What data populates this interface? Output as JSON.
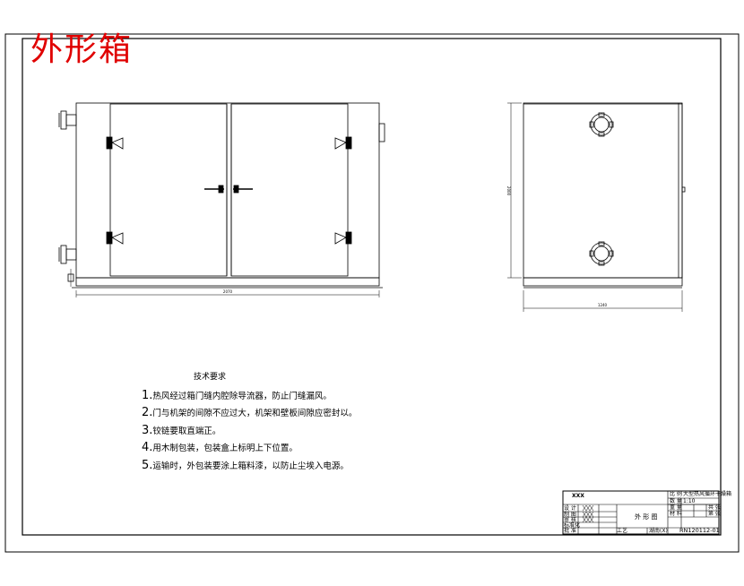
{
  "drawing": {
    "title_red": "外形箱",
    "dim_front_width": "2070",
    "dim_side_height": "2000",
    "dim_side_width": "1240"
  },
  "notes": {
    "heading": "技术要求",
    "items": [
      {
        "num": "1.",
        "text": "热风经过箱门缝内腔除导流器，防止门缝漏风。"
      },
      {
        "num": "2.",
        "text": "门与机架的间隙不应过大，机架和壁板间隙应密封以。"
      },
      {
        "num": "3.",
        "text": "铰链要取直端正。"
      },
      {
        "num": "4.",
        "text": "用木制包装，包装盒上标明上下位置。"
      },
      {
        "num": "5.",
        "text": "运输时，外包装要涂上箱料漆，以防止尘埃入电源。"
      }
    ]
  },
  "title_block": {
    "code": "XXX",
    "product": "大型热风循环干燥箱",
    "part_name": "外 形 图",
    "scale": "1:10",
    "drawing_no": "RN120112-01",
    "company": "湖南(X)",
    "label_scale": "比 例",
    "label_qty": "数 量",
    "label_weight": "重 量",
    "label_material": "材 料",
    "label_sheet": "共 张",
    "label_sheet2": "第 张",
    "row_design": "设 计",
    "row_draw": "制 图",
    "row_check": "审 核",
    "row_std": "标准化",
    "row_approve": "批 准",
    "row_craft": "工艺",
    "grade": "XXX"
  }
}
